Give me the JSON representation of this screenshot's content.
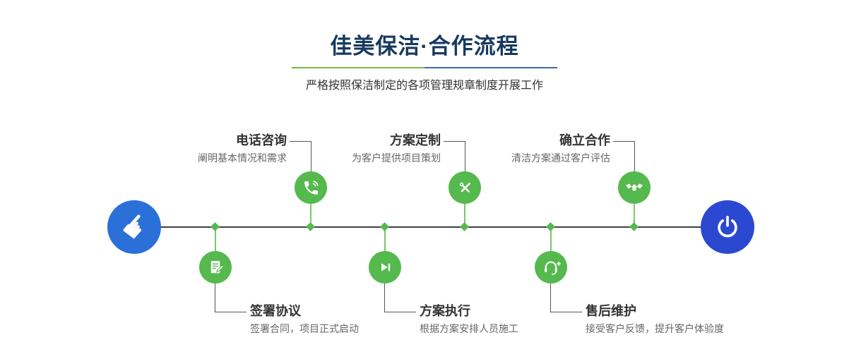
{
  "header": {
    "title": "佳美保洁·合作流程",
    "subtitle": "严格按照保洁制定的各项管理规章制度开展工作"
  },
  "timeline": {
    "start_icon": "hand-pointer-icon",
    "end_icon": "power-icon"
  },
  "steps_top": [
    {
      "title": "电话咨询",
      "desc": "阐明基本情况和需求",
      "icon": "phone-icon"
    },
    {
      "title": "方案定制",
      "desc": "为客户提供项目策划",
      "icon": "pencil-wrench-icon"
    },
    {
      "title": "确立合作",
      "desc": "清洁方案通过客户评估",
      "icon": "handshake-icon"
    }
  ],
  "steps_bottom": [
    {
      "title": "签署协议",
      "desc": "签署合同，项目正式启动",
      "icon": "contract-icon"
    },
    {
      "title": "方案执行",
      "desc": "根据方案安排人员施工",
      "icon": "play-forward-icon"
    },
    {
      "title": "售后维护",
      "desc": "接受客户反馈，提升客户体验度",
      "icon": "headset-plus-icon"
    }
  ],
  "colors": {
    "title_navy": "#17395f",
    "green": "#55b94e",
    "endpoint_blue_left": "#2b70d9",
    "endpoint_blue_right": "#2b49d0",
    "divider_green": "#76b64b",
    "divider_blue": "#3a6ea5",
    "line_dark": "#3f3f3f"
  }
}
